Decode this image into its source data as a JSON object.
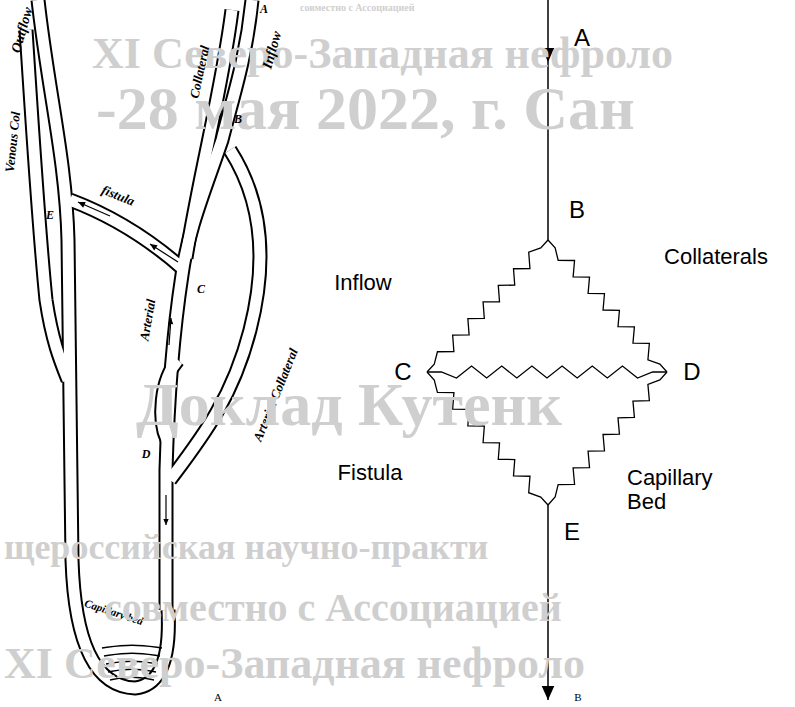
{
  "diagram": {
    "labels": [
      "совместно с Ассоциацией",
      "XI Северо-Западная нефроло",
      "-28 мая 2022, г. Сан",
      "Outflow",
      "A",
      "Inflow",
      "B",
      "Collateral",
      "fistula",
      "E",
      "C",
      "Arterial",
      "Arterial Collateral",
      "Venous Col",
      "D",
      "Capillary bed",
      "A",
      "A",
      "B",
      "Inflow",
      "Collaterals",
      "C",
      "D",
      "Fistula",
      "Capillary Bed",
      "E",
      "B",
      "Доклад Кутенк",
      "щероссийская научно-практи",
      "совместно с Ассоциацией",
      "XI Северо-Западная нефроло"
    ]
  }
}
